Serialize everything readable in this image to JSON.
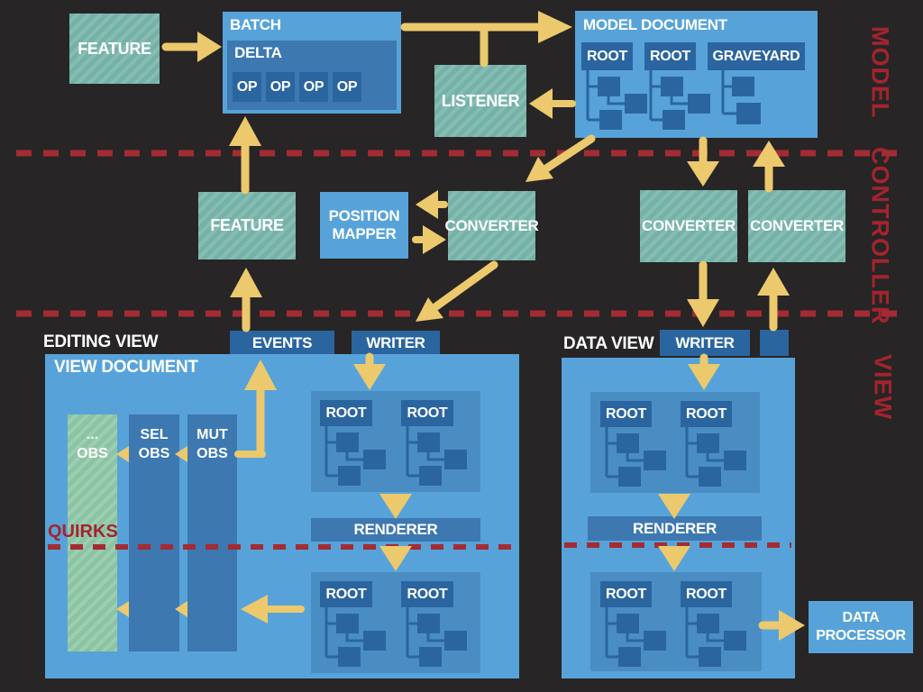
{
  "model": {
    "band_label": "MODEL",
    "feature_label": "FEATURE",
    "batch": {
      "title": "BATCH",
      "delta_title": "DELTA",
      "ops": [
        "OP",
        "OP",
        "OP",
        "OP"
      ]
    },
    "listener_label": "LISTENER",
    "document": {
      "title": "MODEL DOCUMENT",
      "root1": "ROOT",
      "root2": "ROOT",
      "graveyard": "GRAVEYARD"
    }
  },
  "controller": {
    "band_label": "CONTROLLER",
    "feature_label": "FEATURE",
    "position_mapper": {
      "line1": "POSITION",
      "line2": "MAPPER"
    },
    "converter1": "CONVERTER",
    "converter2": "CONVERTER",
    "converter3": "CONVERTER"
  },
  "view": {
    "band_label": "VIEW",
    "editing": {
      "title": "EDITING VIEW",
      "events_tab": "EVENTS",
      "writer_tab": "WRITER",
      "document_title": "VIEW DOCUMENT",
      "obs1": {
        "line1": "...",
        "line2": "OBS"
      },
      "obs2": {
        "line1": "SEL",
        "line2": "OBS"
      },
      "obs3": {
        "line1": "MUT",
        "line2": "OBS"
      },
      "quirks_label": "QUIRKS",
      "renderer_label": "RENDERER",
      "upper_root1": "ROOT",
      "upper_root2": "ROOT",
      "lower_root1": "ROOT",
      "lower_root2": "ROOT"
    },
    "data": {
      "title": "DATA VIEW",
      "writer_tab": "WRITER",
      "renderer_label": "RENDERER",
      "upper_root1": "ROOT",
      "upper_root2": "ROOT",
      "lower_root1": "ROOT",
      "lower_root2": "ROOT"
    },
    "data_processor": {
      "line1": "DATA",
      "line2": "PROCESSOR"
    }
  },
  "colors": {
    "background": "#272525",
    "panel_blue": "#57a3d9",
    "container_blue": "#4a8dc3",
    "column_blue": "#3d78b1",
    "dark_blue": "#2b65a0",
    "teal": "#76b1a8",
    "teal_stripe": "#85bdb3",
    "green": "#8cc3a4",
    "green_stripe": "#9bcfb0",
    "arrow_yellow": "#ecc96d",
    "line_red": "#a32c33",
    "label_red": "#a3242e"
  }
}
